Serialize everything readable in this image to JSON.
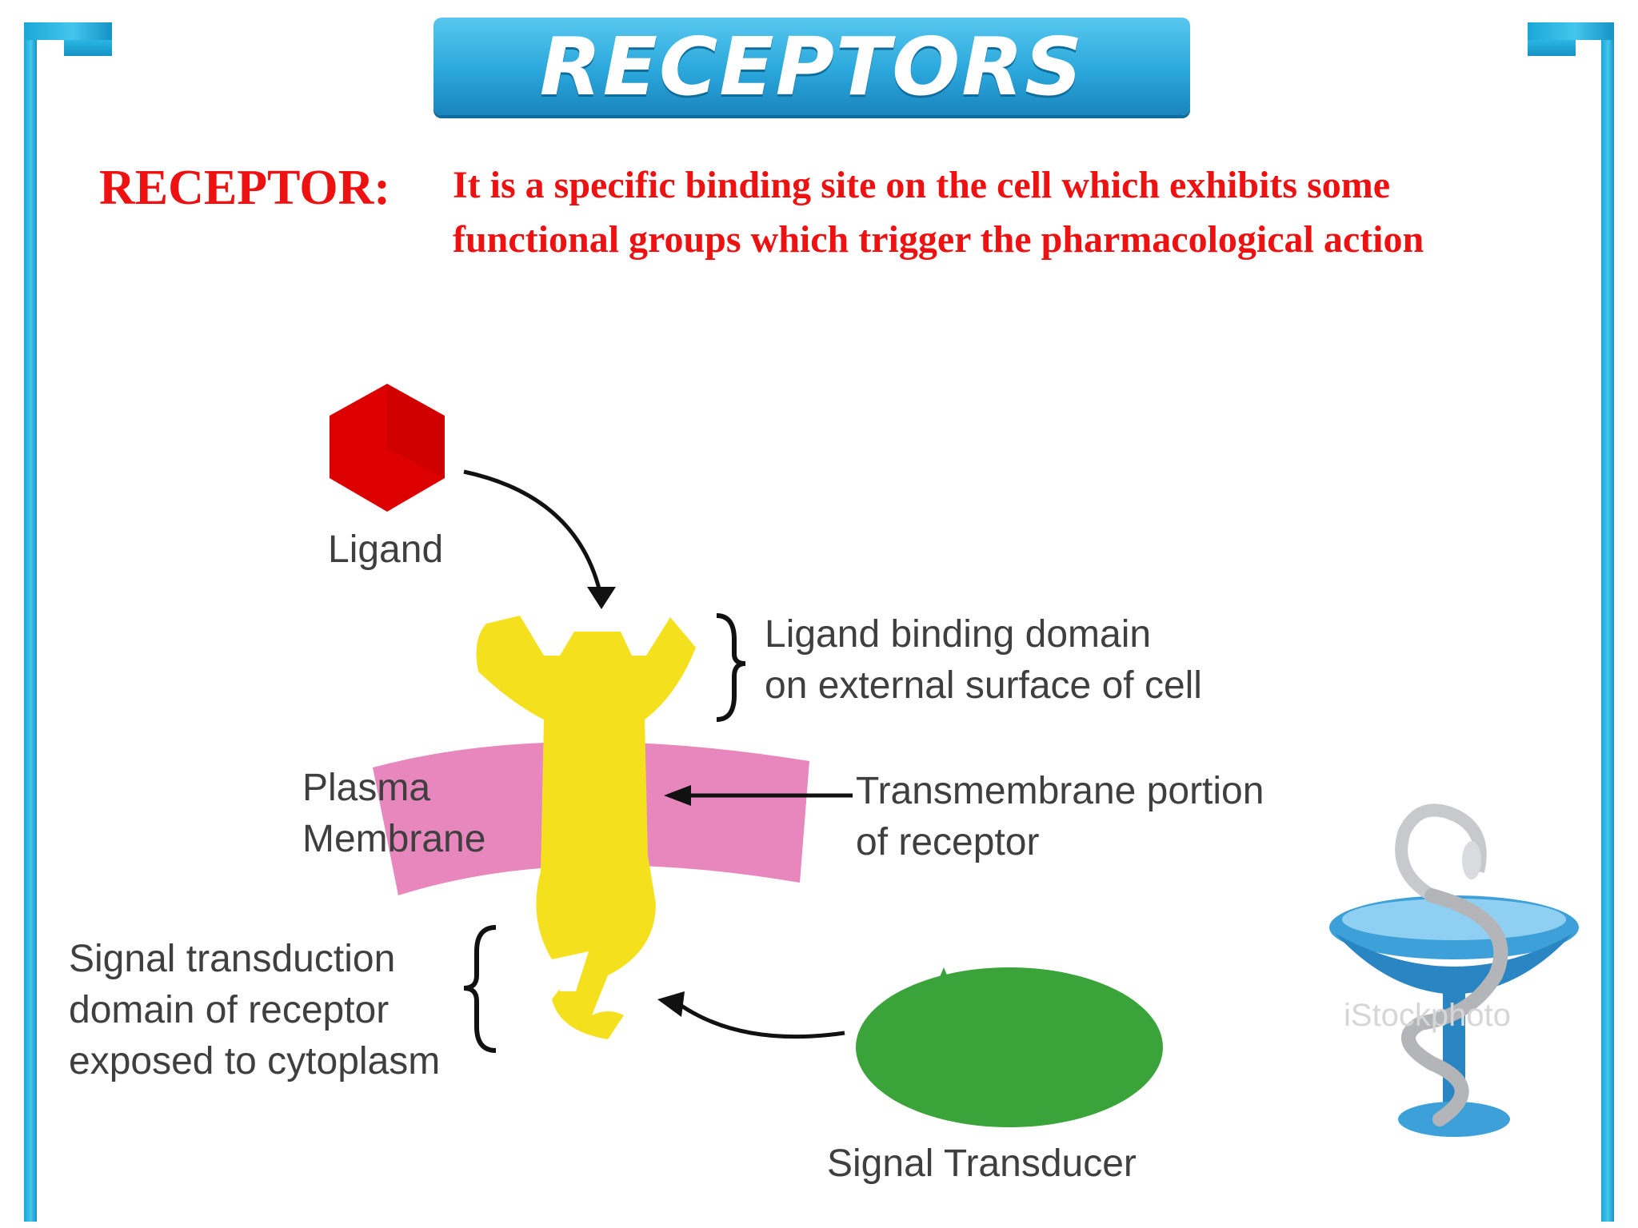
{
  "banner": {
    "title": "RECEPTORS"
  },
  "definition": {
    "term": "RECEPTOR:",
    "text": "It is a specific binding site on the cell which exhibits some functional groups which trigger the pharmacological action"
  },
  "diagram": {
    "ligand": "Ligand",
    "binding_domain": [
      "Ligand binding domain",
      "on external surface of cell"
    ],
    "plasma_membrane": [
      "Plasma",
      "Membrane"
    ],
    "transmembrane": [
      "Transmembrane portion",
      "of receptor"
    ],
    "signal_domain": [
      "Signal transduction",
      "domain of receptor",
      "exposed to cytoplasm"
    ],
    "transducer": "Signal Transducer"
  },
  "watermark": "iStockphoto",
  "colors": {
    "frame": "#1aa7d6",
    "definition_text": "#ee1111",
    "ligand": "#dd0000",
    "receptor": "#f5e01e",
    "membrane": "#e887bd",
    "transducer": "#3aa33a"
  },
  "icons": [
    "bowl-of-hygieia-icon"
  ]
}
